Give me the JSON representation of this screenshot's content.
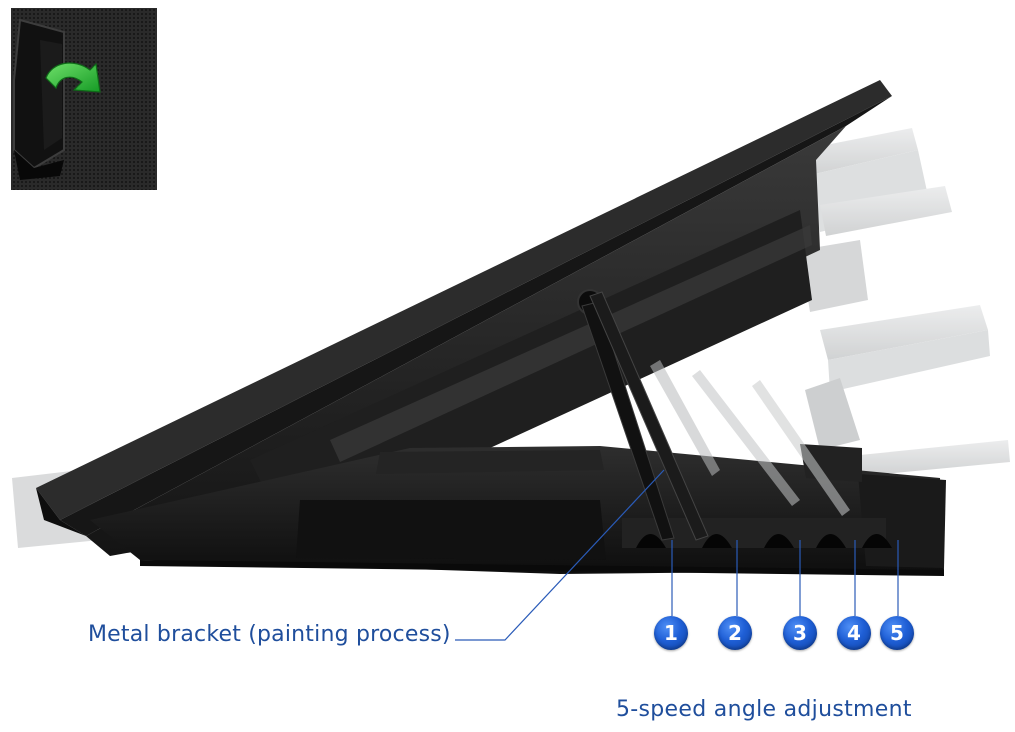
{
  "labels": {
    "bracket": "Metal bracket (painting process)",
    "angle": "5-speed angle adjustment"
  },
  "positions": [
    "1",
    "2",
    "3",
    "4",
    "5"
  ],
  "colors": {
    "label_text": "#1f4e9c",
    "badge": "#1f5fd6",
    "stand_body": "#1a1a1a",
    "arrow": "#2fbf3a"
  }
}
